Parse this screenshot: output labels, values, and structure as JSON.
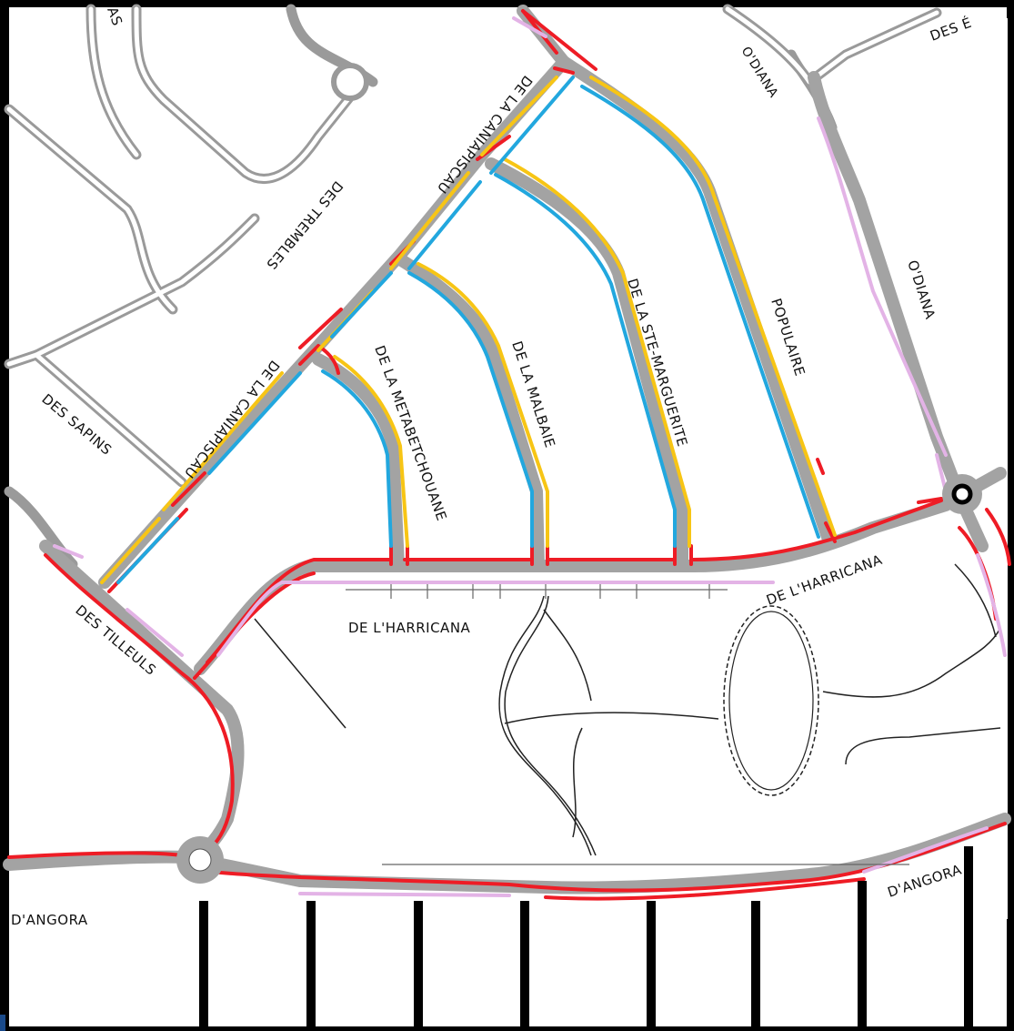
{
  "colors": {
    "frame": "#000000",
    "background": "#ffffff",
    "road_casing": "#9a9a9a",
    "road_center": "#a7a7a7",
    "red_route": "#ee1c25",
    "yellow_route": "#f7c515",
    "blue_route": "#22a7de",
    "pink_route": "#e3b3e6",
    "path_outline": "#222222"
  },
  "streets": {
    "des_e_partial": "DES É",
    "as_partial": "AS",
    "odiana_top": "O'DIANA",
    "odiana_right": "O'DIANA",
    "caniapiscau_top": "DE LA CANIAPISCAU",
    "caniapiscau_bottom": "DE LA CANIAPISCAU",
    "trembles": "DES TREMBLES",
    "sapins": "DES SAPINS",
    "metabetchouane": "DE LA METABETCHOUANE",
    "malbaie": "DE LA MALBAIE",
    "ste_marguerite": "DE LA STE-MARGUERITE",
    "populaire": "POPULAIRE",
    "harricana_center": "DE L'HARRICANA",
    "harricana_right": "DE L'HARRICANA",
    "tilleuls": "DES TILLEULS",
    "angora_left": "D'ANGORA",
    "angora_right": "D'ANGORA"
  },
  "icons": {
    "roundabout_bottom": "roundabout-icon",
    "roundabout_right": "roundabout-icon"
  }
}
